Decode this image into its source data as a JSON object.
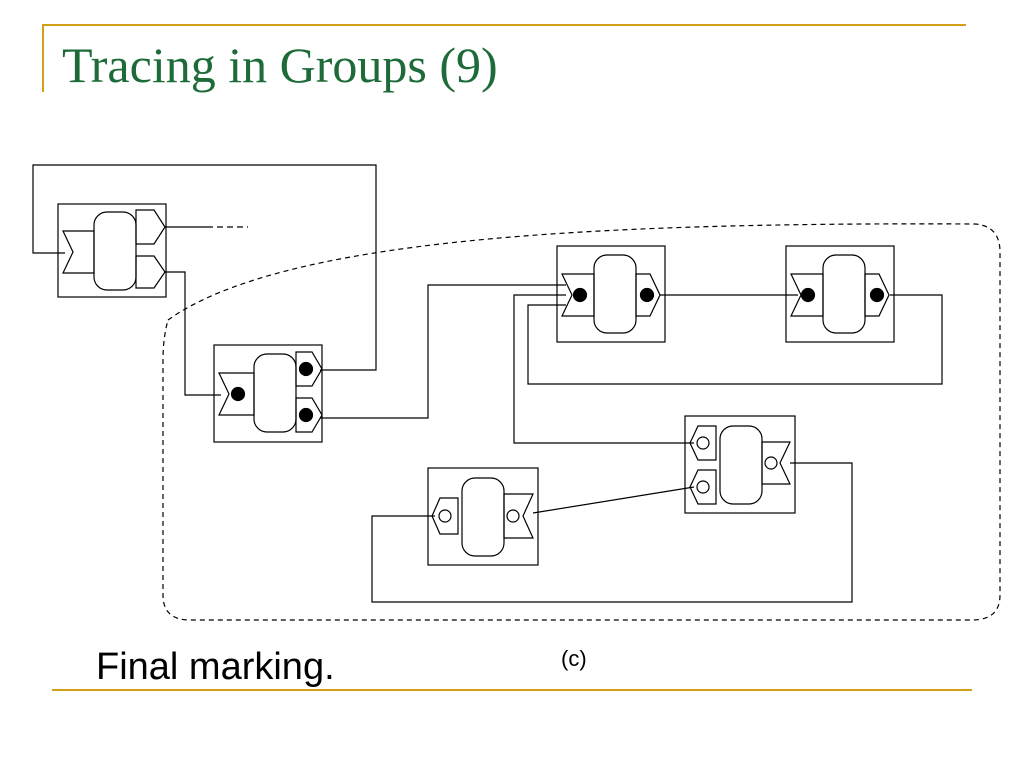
{
  "slide": {
    "title": "Tracing in Groups (9)",
    "caption": "Final marking.",
    "figure_label": "(c)"
  },
  "colors": {
    "title": "#1e6b3a",
    "accent": "#d4a017",
    "line": "#000000"
  },
  "diagram": {
    "modules": [
      {
        "id": "m-topleft",
        "input_port": "empty",
        "output_ports": [
          "empty",
          "empty"
        ]
      },
      {
        "id": "m-mid",
        "input_port": "filled",
        "output_ports": [
          "filled",
          "filled"
        ]
      },
      {
        "id": "m-right1",
        "input_port": "filled",
        "output_ports": [
          "filled"
        ]
      },
      {
        "id": "m-right2",
        "input_port": "filled",
        "output_ports": [
          "filled"
        ]
      },
      {
        "id": "m-lower-right",
        "input_ports": [
          "open",
          "open"
        ],
        "output_port": "open"
      },
      {
        "id": "m-lower-left",
        "input_port": "open",
        "output_port": "open"
      }
    ],
    "group_boundary": "dashed"
  }
}
